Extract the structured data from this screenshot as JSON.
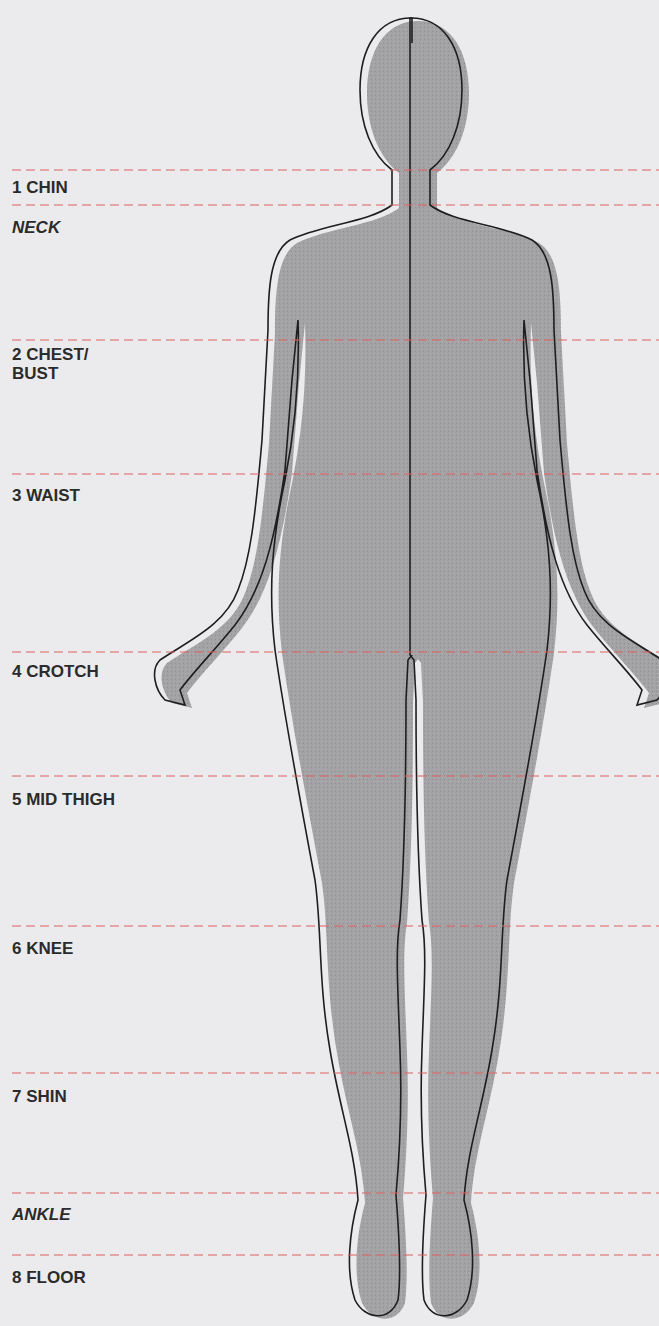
{
  "diagram": {
    "labels": [
      "1 CHIN",
      "NECK",
      "2 CHEST/ BUST",
      "3 WAIST",
      "4 CROTCH",
      "5 MID THIGH",
      "6 KNEE",
      "7 SHIN",
      "ANKLE",
      "8 FLOOR"
    ]
  }
}
